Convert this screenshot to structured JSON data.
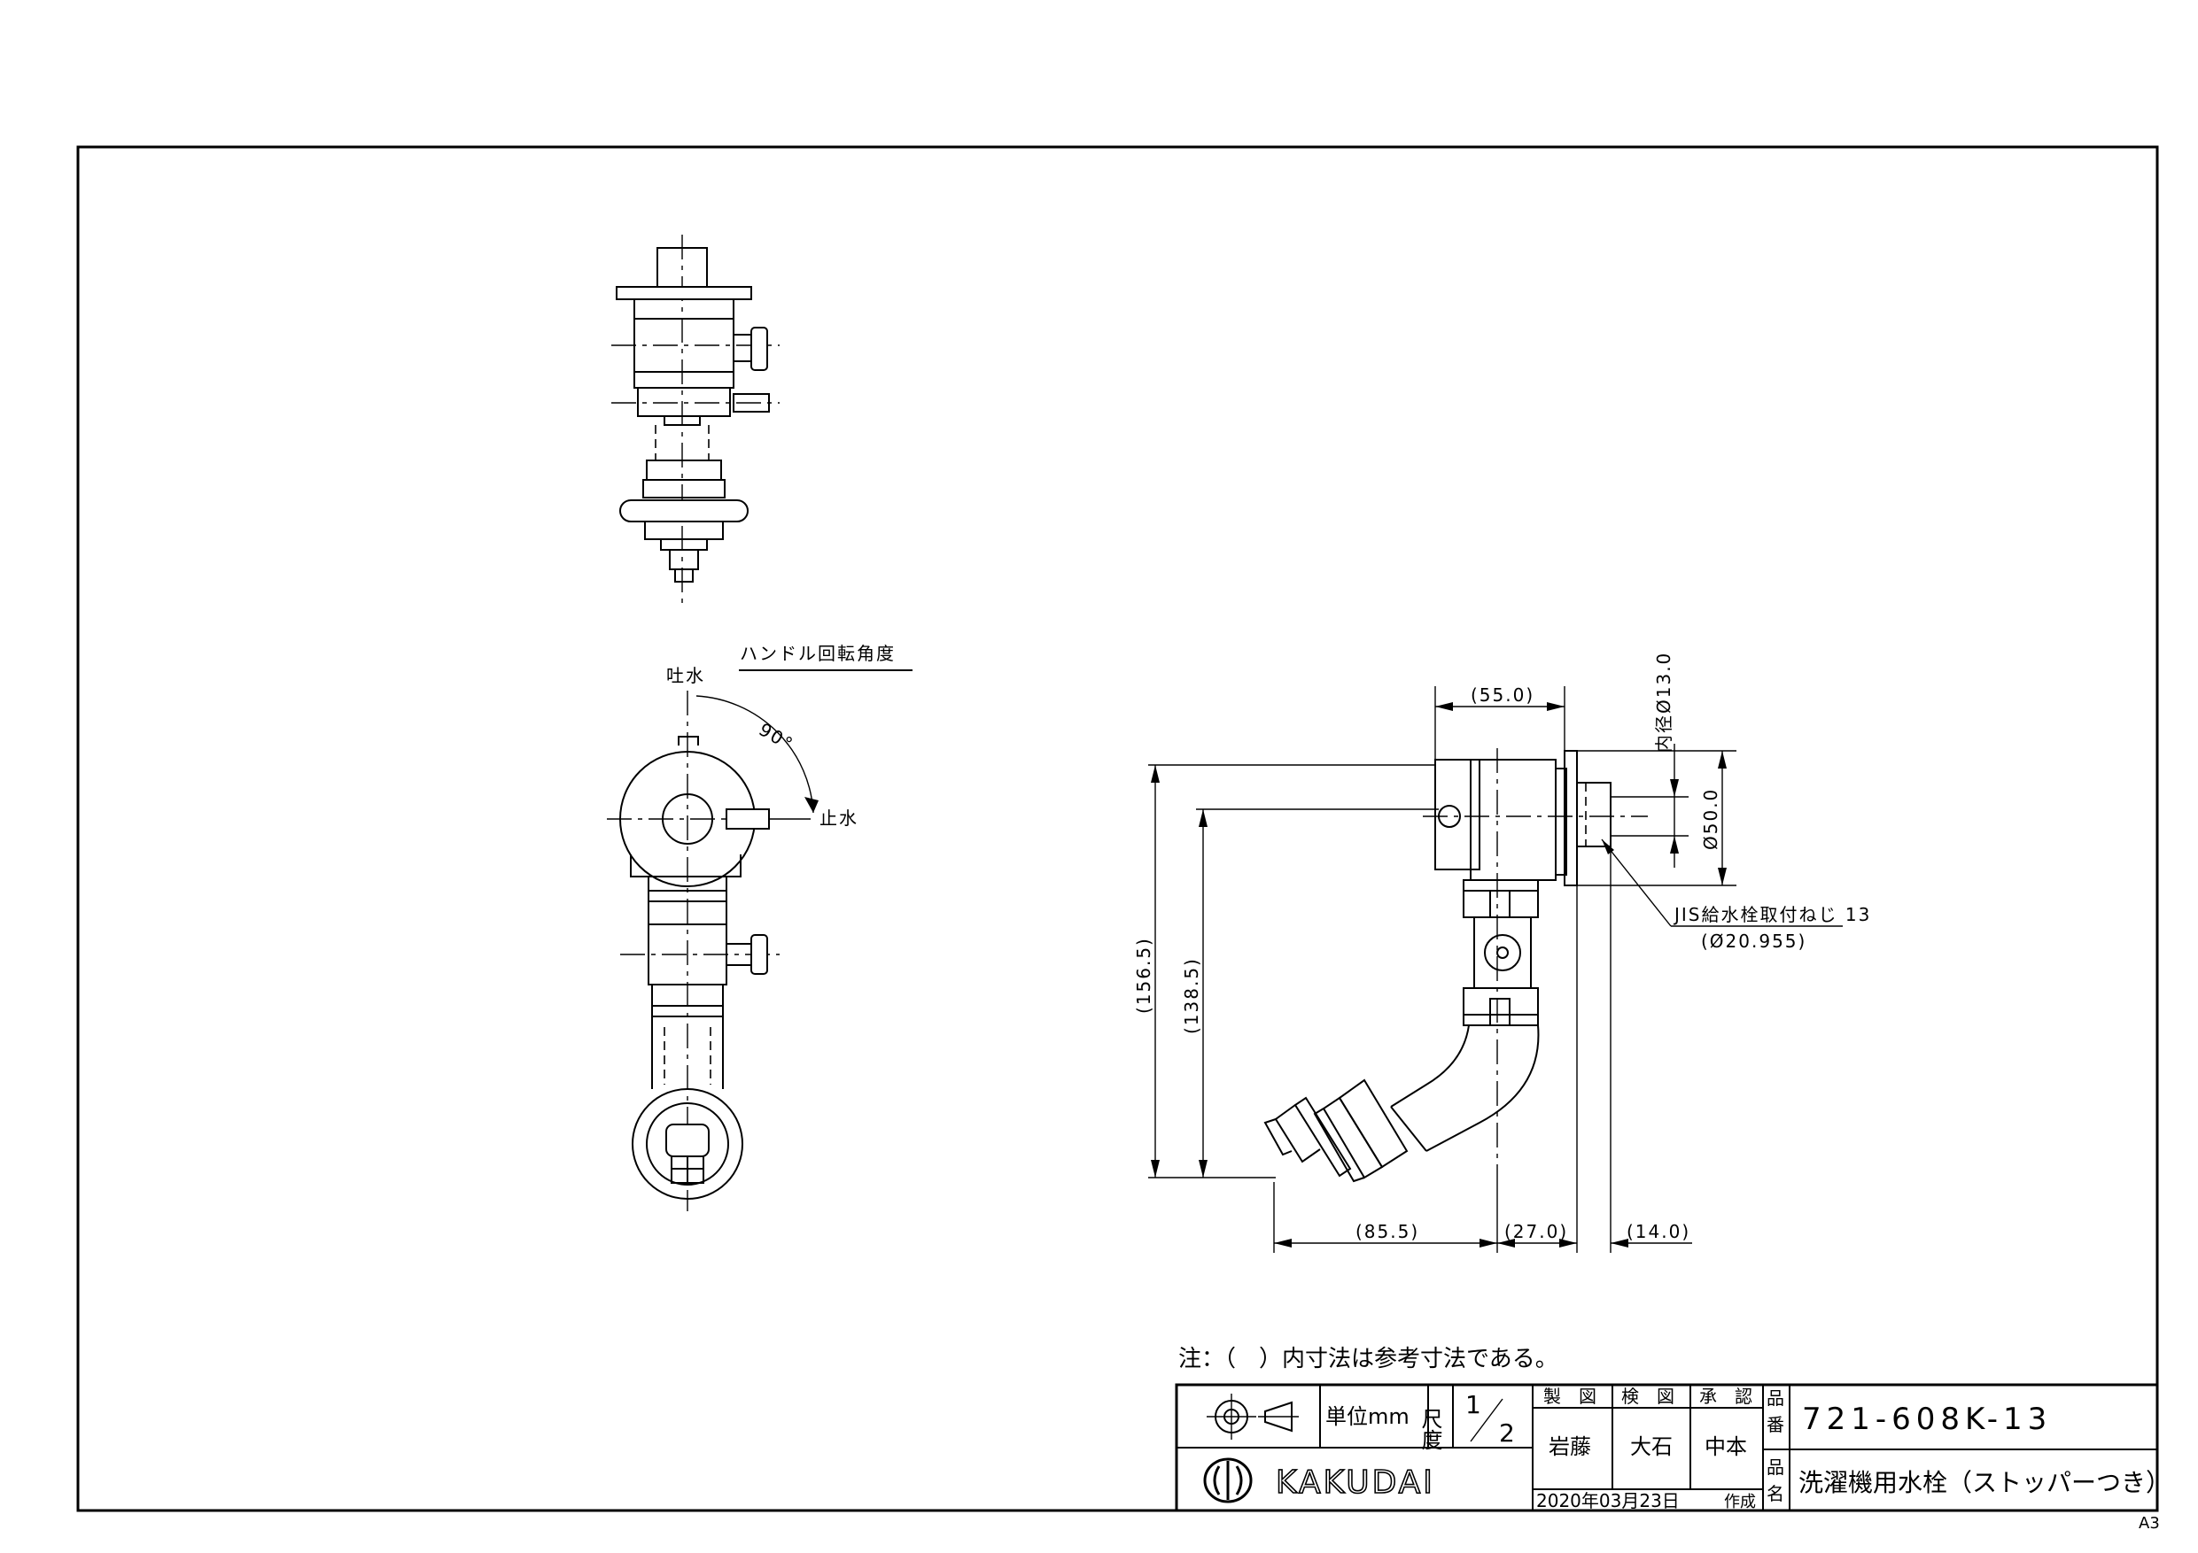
{
  "note": "注：（　）内寸法は参考寸法である。",
  "handle_rotation": {
    "title": "ハンドル回転角度",
    "spout_label": "吐水",
    "stop_label": "止水",
    "angle": "90°"
  },
  "dimensions": {
    "d_55": "(55.0)",
    "d_inner": "内径Ø13.0",
    "d_50": "Ø50.0",
    "d_156": "(156.5)",
    "d_138": "(138.5)",
    "d_85": "(85.5)",
    "d_27": "(27.0)",
    "d_14": "(14.0)",
    "thread": "JIS給水栓取付ねじ 13",
    "thread_dia": "(Ø20.955)"
  },
  "title_block": {
    "unit": "単位mm",
    "scale_label": "尺度",
    "scale_num": "1",
    "scale_den": "2",
    "made_label": "製　図",
    "check_label": "検　図",
    "approve_label": "承　認",
    "made_by": "岩藤",
    "checked_by": "大石",
    "approved_by": "中本",
    "date": "2020年03月23日",
    "created": "作成",
    "part_no_label_1": "品",
    "part_no_label_2": "番",
    "part_no": "721-608K-13",
    "part_name_label_1": "品",
    "part_name_label_2": "名",
    "part_name": "洗濯機用水栓（ストッパーつき）",
    "brand": "KAKUDAI"
  },
  "sheet_size": "A3"
}
